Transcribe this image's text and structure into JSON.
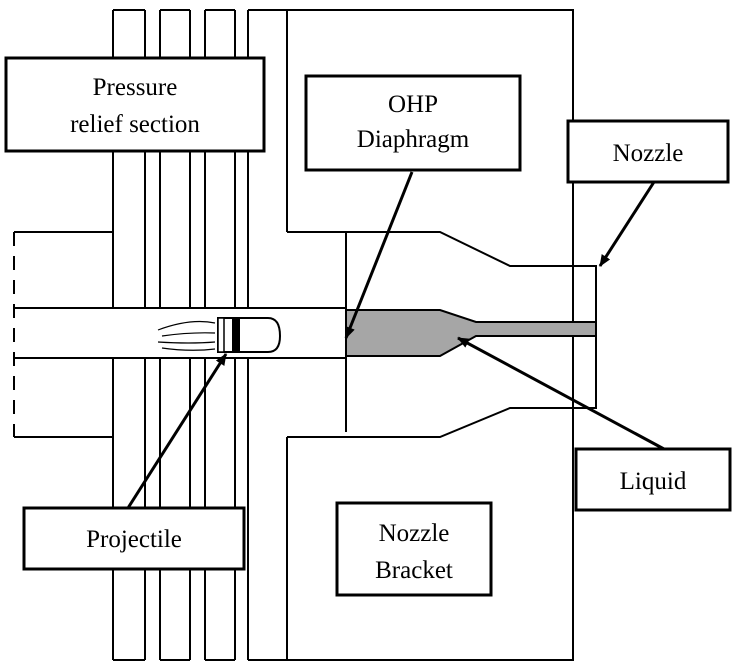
{
  "labels": {
    "pressure_line1": "Pressure",
    "pressure_line2": "relief section",
    "ohp_line1": "OHP",
    "ohp_line2": "Diaphragm",
    "nozzle": "Nozzle",
    "liquid": "Liquid",
    "projectile": "Projectile",
    "bracket_line1": "Nozzle",
    "bracket_line2": "Bracket"
  },
  "colors": {
    "line": "#000000",
    "liquid_fill": "#a6a6a6",
    "box_fill": "#ffffff",
    "projectile_dark": "#000000"
  }
}
